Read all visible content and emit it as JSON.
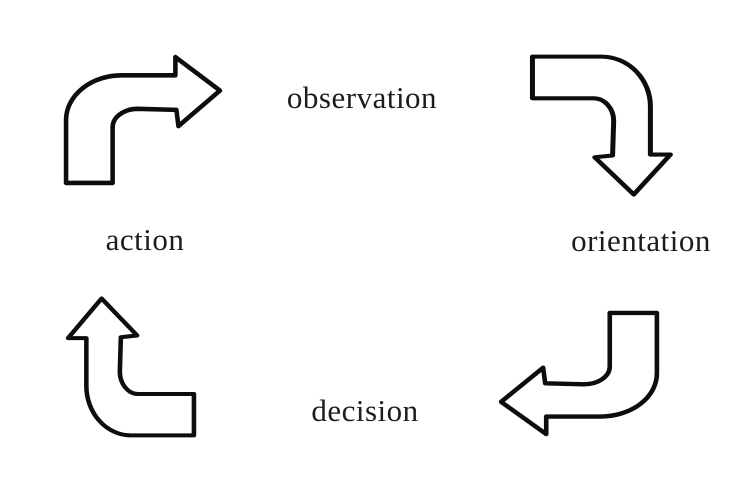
{
  "colors": {
    "background": "#ffffff",
    "arrow_outline": "#0d0d0d",
    "arrow_fill": "#ffffff",
    "text": "#1c1c1c"
  },
  "labels": {
    "observation": "observation",
    "orientation": "orientation",
    "decision": "decision",
    "action": "action"
  },
  "arrows": [
    {
      "from": "action",
      "to": "observation",
      "bend": "up-then-right",
      "position": "top-left"
    },
    {
      "from": "observation",
      "to": "orientation",
      "bend": "right-then-down",
      "position": "top-right"
    },
    {
      "from": "orientation",
      "to": "decision",
      "bend": "down-then-left",
      "position": "bottom-right"
    },
    {
      "from": "decision",
      "to": "action",
      "bend": "left-then-up",
      "position": "bottom-left"
    }
  ]
}
